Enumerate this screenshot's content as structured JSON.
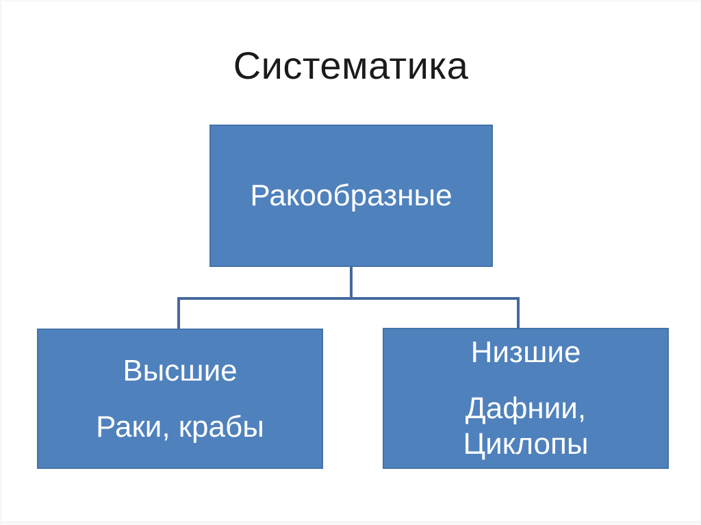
{
  "slide": {
    "title": "Систематика"
  },
  "diagram": {
    "root": {
      "label": "Ракообразные"
    },
    "children": {
      "left": {
        "label": "Высшие",
        "detail_lines": [
          "Раки, крабы"
        ]
      },
      "right": {
        "label": "Низшие",
        "detail_lines": [
          "Дафнии,",
          "Циклопы"
        ]
      }
    }
  },
  "colors": {
    "box_fill": "#4F81BD",
    "box_border": "#4472A8",
    "connector": "#44689C",
    "title_text": "#1B1B1B",
    "box_text": "#FFFFFF",
    "page_bg": "#FFFFFF"
  }
}
